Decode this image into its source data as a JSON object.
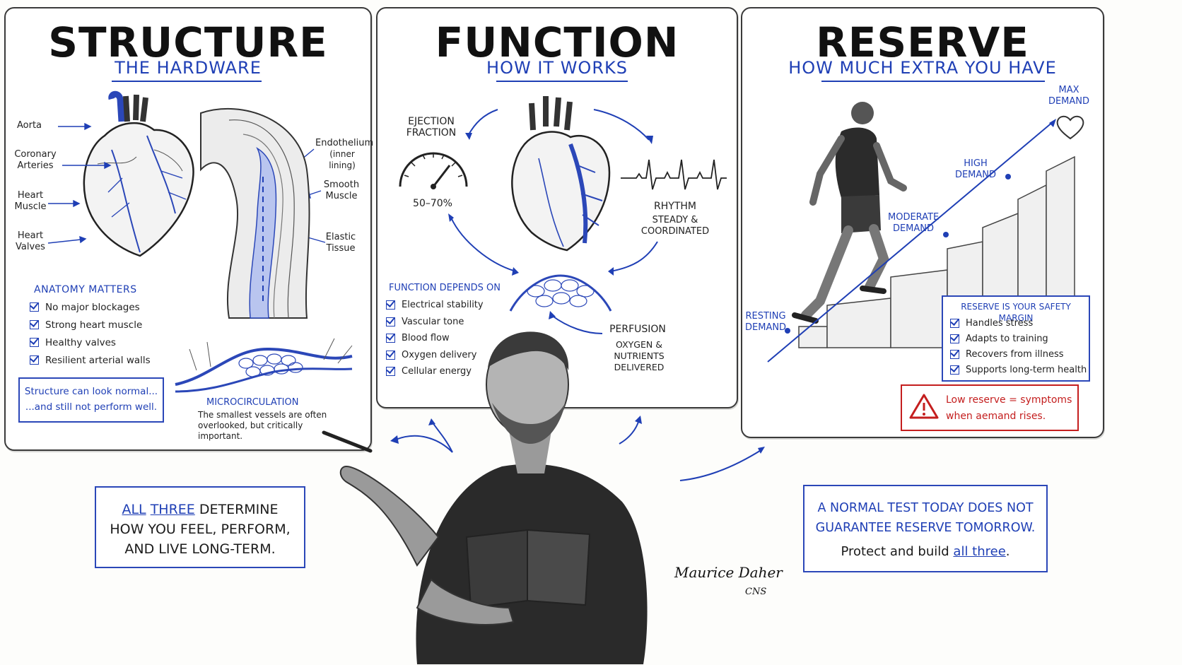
{
  "structure": {
    "title": "STRUCTURE",
    "subtitle": "THE HARDWARE",
    "heart_labels": [
      "Aorta",
      "Coronary Arteries",
      "Heart Muscle",
      "Heart Valves"
    ],
    "vessel_labels": [
      "Endothelium",
      "(inner lining)",
      "Smooth Muscle",
      "Elastic Tissue"
    ],
    "anatomy_heading": "ANATOMY MATTERS",
    "anatomy_items": [
      "No major blockages",
      "Strong heart muscle",
      "Healthy valves",
      "Resilient arterial walls"
    ],
    "note_line1": "Structure can look normal...",
    "note_line2": "...and still not perform well.",
    "micro_heading": "MICROCIRCULATION",
    "micro_text": "The smallest vessels are often overlooked, but critically important."
  },
  "function": {
    "title": "FUNCTION",
    "subtitle": "HOW IT WORKS",
    "ejection_label": "EJECTION FRACTION",
    "ejection_value": "50–70%",
    "rhythm_title": "RHYTHM",
    "rhythm_desc": "STEADY & COORDINATED",
    "depends_heading": "FUNCTION DEPENDS ON",
    "depends_items": [
      "Electrical stability",
      "Vascular tone",
      "Blood flow",
      "Oxygen delivery",
      "Cellular energy"
    ],
    "perfusion_title": "PERFUSION",
    "perfusion_desc": "OXYGEN & NUTRIENTS DELIVERED"
  },
  "reserve": {
    "title": "RESERVE",
    "subtitle": "HOW MUCH EXTRA YOU HAVE",
    "demand_levels": [
      "RESTING DEMAND",
      "MODERATE DEMAND",
      "HIGH DEMAND",
      "MAX DEMAND"
    ],
    "margin_heading": "RESERVE IS YOUR SAFETY MARGIN",
    "margin_items": [
      "Handles stress",
      "Adapts to training",
      "Recovers from illness",
      "Supports long-term health"
    ],
    "warning_line1": "Low reserve = symptoms",
    "warning_line2": "when aemand rises."
  },
  "bottom_left": {
    "word1": "ALL",
    "word2": "THREE",
    "rest1": "DETERMINE",
    "line2": "HOW YOU FEEL, PERFORM,",
    "line3": "AND LIVE LONG-TERM."
  },
  "bottom_right": {
    "line1": "A NORMAL TEST TODAY DOES NOT",
    "line2": "GUARANTEE RESERVE TOMORROW.",
    "line3_pre": "Protect and build",
    "line3_em": "all three",
    "line3_post": "."
  },
  "signature": {
    "name": "Maurice Daher",
    "credential": "CNS"
  },
  "colors": {
    "accent_blue": "#1f3fb5",
    "warning_red": "#c41e1e",
    "ink": "#1b1b1b"
  }
}
